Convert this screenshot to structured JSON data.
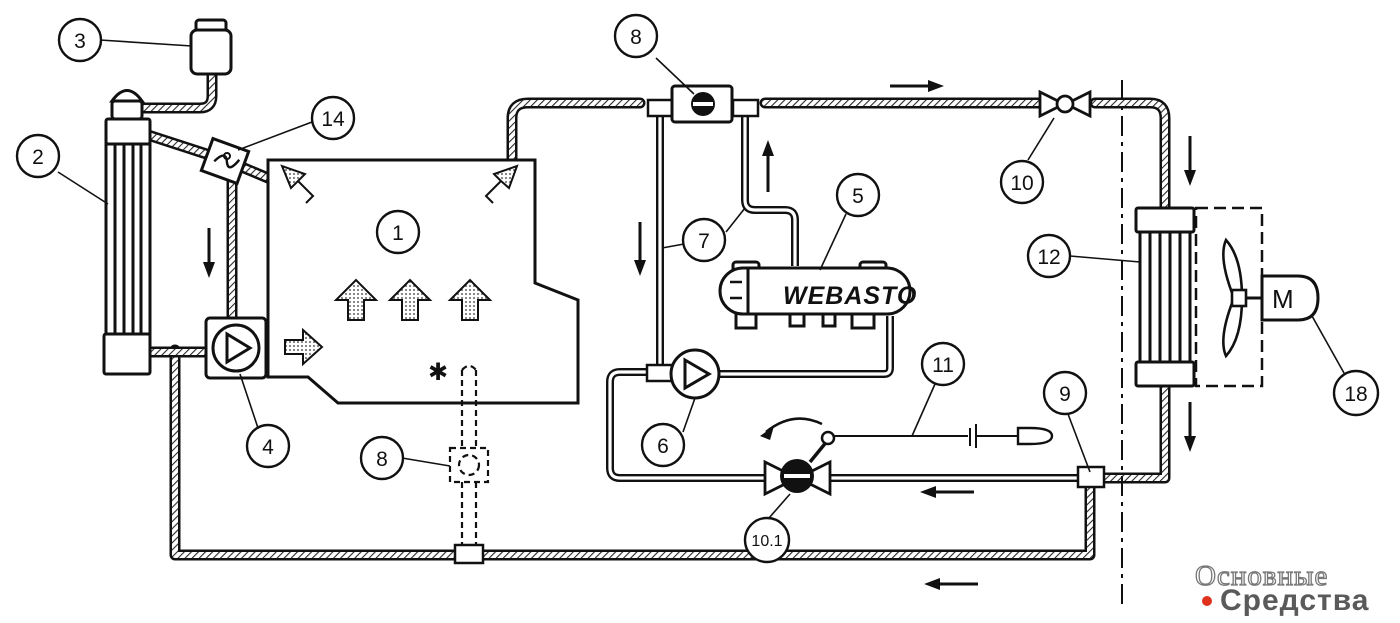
{
  "diagram": {
    "callouts": {
      "c1": "1",
      "c2": "2",
      "c3": "3",
      "c4": "4",
      "c5": "5",
      "c6": "6",
      "c7": "7",
      "c8a": "8",
      "c8b": "8",
      "c9": "9",
      "c10": "10",
      "c10_1": "10.1",
      "c11": "11",
      "c12": "12",
      "c14": "14",
      "c18": "18"
    },
    "heater_label": "WEBASTO",
    "motor_label": "M",
    "asterisk": "✱"
  },
  "watermark": {
    "line1": "Основные",
    "line2": "Средства",
    "dot_color": "#e0301e"
  },
  "colors": {
    "line": "#111111",
    "hatch": "#2a2a2a",
    "background": "#ffffff"
  }
}
